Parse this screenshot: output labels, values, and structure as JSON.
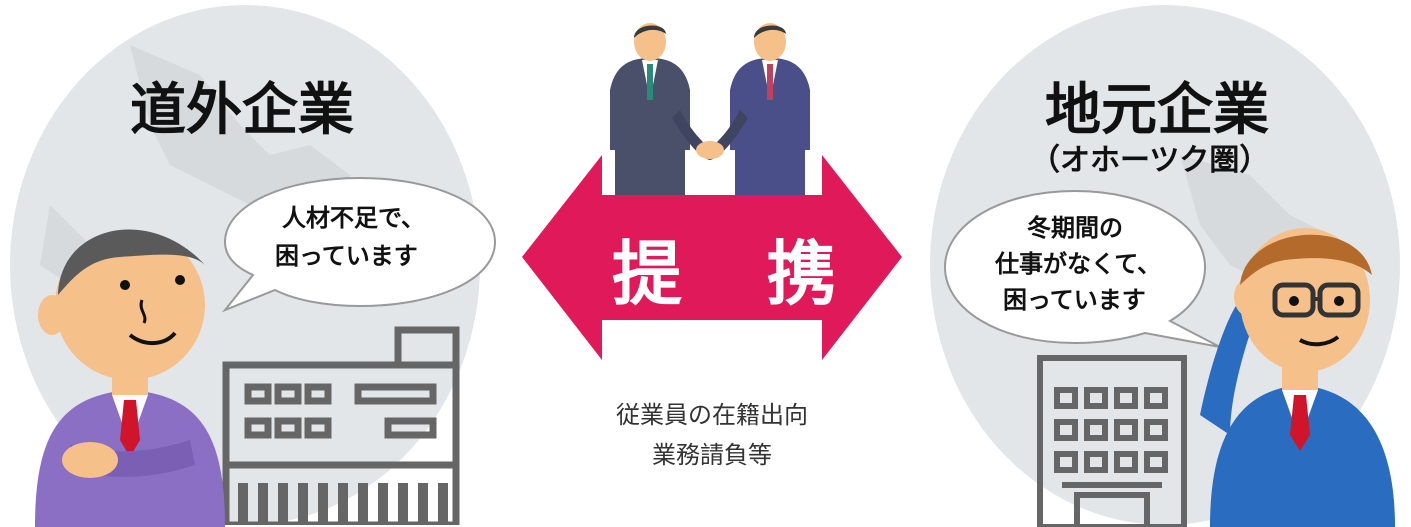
{
  "left": {
    "title": "道外企業",
    "speech_line1": "人材不足で、",
    "speech_line2": "困っています"
  },
  "right": {
    "title": "地元企業",
    "subtitle": "（オホーツク圏）",
    "speech_line1": "冬期間の",
    "speech_line2": "仕事がなくて、",
    "speech_line3": "困っています"
  },
  "center": {
    "arrow_label": "提 携",
    "caption_line1": "従業員の在籍出向",
    "caption_line2": "業務請負等"
  },
  "colors": {
    "arrow": "#e0195b",
    "circle_bg": "#e3e6e8",
    "left_suit": "#8a6fc4",
    "right_suit": "#2a6cc0",
    "tie": "#d0152b",
    "skin": "#f5c08a",
    "building": "#666666"
  }
}
